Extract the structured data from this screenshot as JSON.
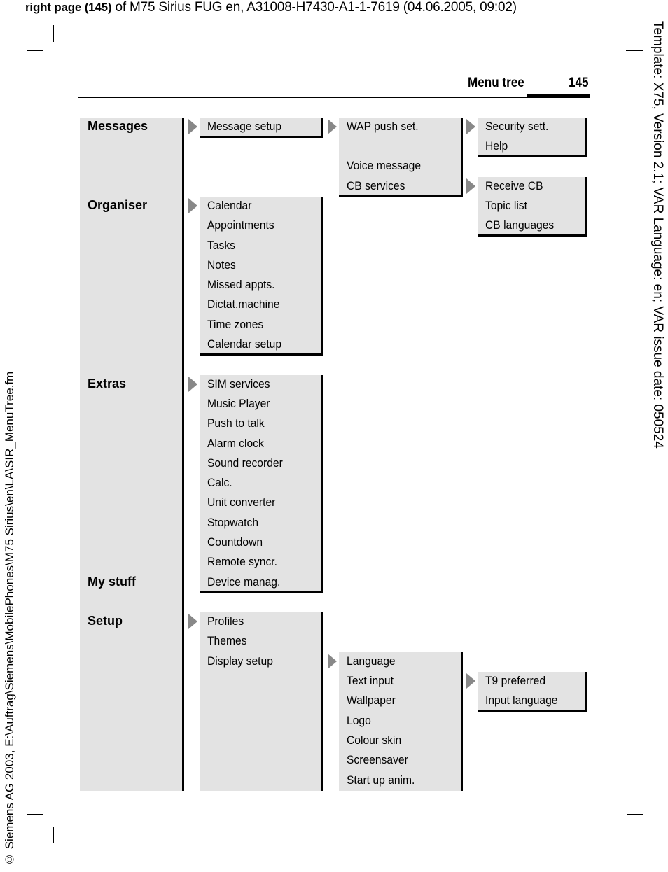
{
  "print_header": {
    "bold": "right page (145)",
    "rest": " of M75 Sirius FUG en, A31008-H7430-A1-1-7619 (04.06.2005, 09:02)"
  },
  "side_right": "Template: X75, Version 2.1; VAR Language: en; VAR issue date: 050524",
  "side_left": "© Siemens AG 2003, E:\\Auftrag\\Siemens\\MobilePhones\\M75 Sirius\\en\\LA\\SIR_MenuTree.fm",
  "running_head": {
    "title": "Menu tree",
    "page": "145"
  },
  "main_menu": [
    "Messages",
    "Organiser",
    "Extras",
    "My stuff",
    "Setup"
  ],
  "messages": {
    "level2": [
      "Message setup"
    ],
    "level3": [
      "WAP push set.",
      "Voice message",
      "CB services"
    ],
    "wap_push_sub": [
      "Security sett.",
      "Help"
    ],
    "cb_services_sub": [
      "Receive CB",
      "Topic list",
      "CB languages"
    ]
  },
  "organiser": {
    "items": [
      "Calendar",
      "Appointments",
      "Tasks",
      "Notes",
      "Missed appts.",
      "Dictat.machine",
      "Time zones",
      "Calendar setup"
    ]
  },
  "extras": {
    "items": [
      "SIM services",
      "Music Player",
      "Push to talk",
      "Alarm clock",
      "Sound recorder",
      "Calc.",
      "Unit converter",
      "Stopwatch",
      "Countdown",
      "Remote syncr.",
      "Device manag."
    ]
  },
  "setup": {
    "items": [
      "Profiles",
      "Themes",
      "Display setup"
    ],
    "display_setup_sub": [
      "Language",
      "Text input",
      "Wallpaper",
      "Logo",
      "Colour skin",
      "Screensaver",
      "Start up anim."
    ],
    "text_input_sub": [
      "T9 preferred",
      "Input language"
    ]
  }
}
